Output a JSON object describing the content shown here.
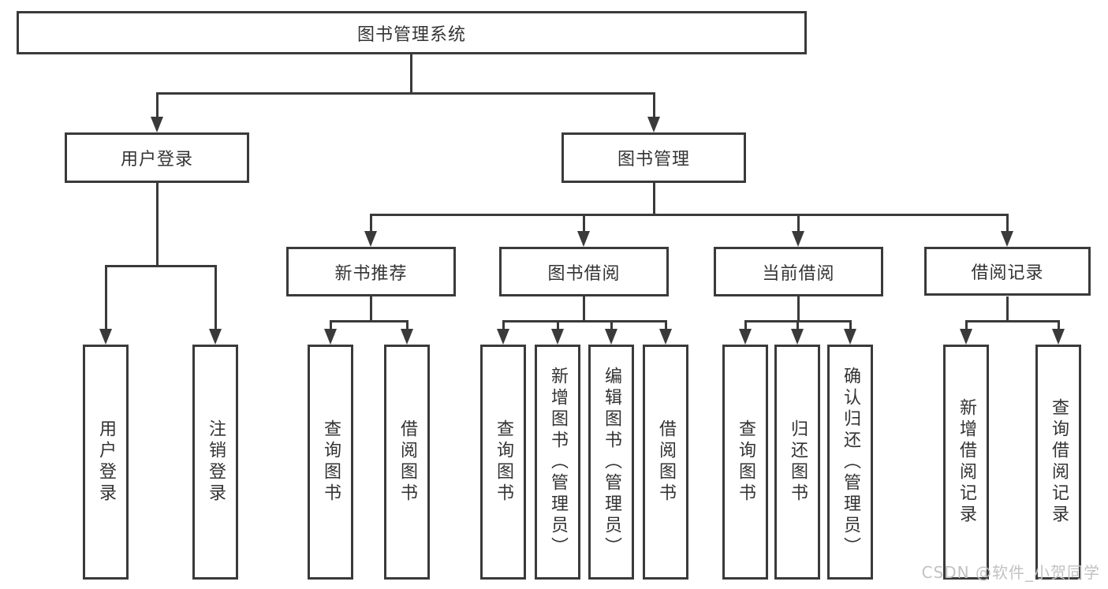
{
  "tree": {
    "label": "图书管理系统",
    "children": [
      {
        "label": "用户登录",
        "children": [
          {
            "label": "用户登录"
          },
          {
            "label": "注销登录"
          }
        ]
      },
      {
        "label": "图书管理",
        "children": [
          {
            "label": "新书推荐",
            "children": [
              {
                "label": "查询图书"
              },
              {
                "label": "借阅图书"
              }
            ]
          },
          {
            "label": "图书借阅",
            "children": [
              {
                "label": "查询图书"
              },
              {
                "label": "新增图书（管理员）"
              },
              {
                "label": "编辑图书（管理员）"
              },
              {
                "label": "借阅图书"
              }
            ]
          },
          {
            "label": "当前借阅",
            "children": [
              {
                "label": "查询图书"
              },
              {
                "label": "归还图书"
              },
              {
                "label": "确认归还（管理员）"
              }
            ]
          },
          {
            "label": "借阅记录",
            "children": [
              {
                "label": "新增借阅记录"
              },
              {
                "label": "查询借阅记录"
              }
            ]
          }
        ]
      }
    ]
  },
  "watermark": "CSDN @软件_小贺同学",
  "colors": {
    "line": "#3a3a3a",
    "text": "#333333",
    "watermark": "#c2c2c2",
    "background": "#ffffff"
  }
}
